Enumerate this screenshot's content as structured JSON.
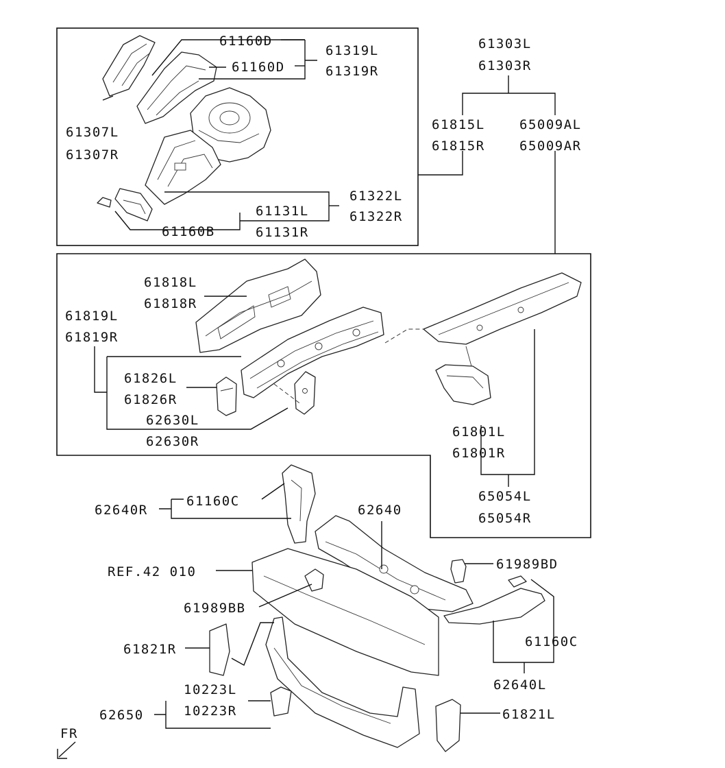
{
  "labels": {
    "p61160D_a": "61160D",
    "p61160D_b": "61160D",
    "p61319L": "61319L",
    "p61319R": "61319R",
    "p61307L": "61307L",
    "p61307R": "61307R",
    "p61322L": "61322L",
    "p61322R": "61322R",
    "p61131L": "61131L",
    "p61131R": "61131R",
    "p61160B": "61160B",
    "p61303L": "61303L",
    "p61303R": "61303R",
    "p61815L": "61815L",
    "p61815R": "61815R",
    "p65009AL": "65009AL",
    "p65009AR": "65009AR",
    "p61818L": "61818L",
    "p61818R": "61818R",
    "p61819L": "61819L",
    "p61819R": "61819R",
    "p61826L": "61826L",
    "p61826R": "61826R",
    "p62630L": "62630L",
    "p62630R": "62630R",
    "p61801L": "61801L",
    "p61801R": "61801R",
    "p65054L": "65054L",
    "p65054R": "65054R",
    "p62640R": "62640R",
    "p61160C_a": "61160C",
    "p62640": "62640",
    "ref": "REF.42 010",
    "p61989BD": "61989BD",
    "p61989BB": "61989BB",
    "p61160C_b": "61160C",
    "p61821R": "61821R",
    "p62640L": "62640L",
    "p10223L": "10223L",
    "p10223R": "10223R",
    "p62650": "62650",
    "p61821L": "61821L",
    "fr": "FR"
  }
}
